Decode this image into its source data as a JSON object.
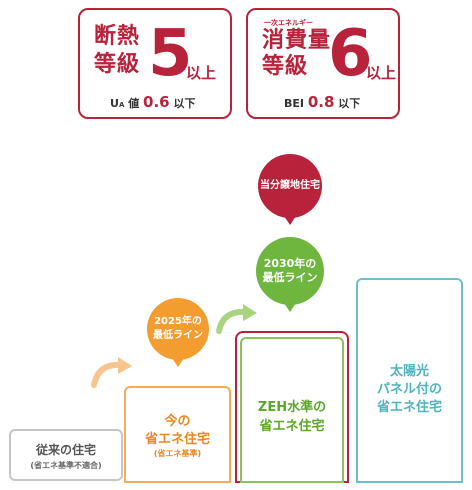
{
  "card_insulation": {
    "line1": "断熱",
    "line2": "等級",
    "grade": "5",
    "suffix": "以上",
    "metric_label_main": "U",
    "metric_label_sub": "A",
    "metric_label_tail": " 値",
    "metric_value": "0.6",
    "metric_unit": "以下"
  },
  "card_energy": {
    "top_small": "一次エネルギー",
    "line1": "消費量",
    "line2": "等級",
    "grade": "6",
    "suffix": "以上",
    "metric_label": "BEI",
    "metric_value": "0.8",
    "metric_unit": "以下"
  },
  "bubbles": {
    "b2025_line1": "2025年の",
    "b2025_line2": "最低ライン",
    "b2030_line1": "2030年の",
    "b2030_line2": "最低ライン",
    "bnow_line1": "当分譲地住宅"
  },
  "columns": {
    "conv_line1": "従来の住宅",
    "conv_line2": "(省エネ基準不適合)",
    "ima_line1": "今の",
    "ima_line2": "省エネ住宅",
    "ima_line3": "(省エネ基準)",
    "zeh_line1": "ZEH水準の",
    "zeh_line2": "省エネ住宅",
    "solar_line1": "太陽光",
    "solar_line2": "パネル付の",
    "solar_line3": "省エネ住宅"
  },
  "colors": {
    "brand_red": "#b8223a",
    "orange": "#f39c2f",
    "green": "#6fb63f",
    "teal": "#6ec0c8",
    "grey": "#c6c6c6"
  }
}
